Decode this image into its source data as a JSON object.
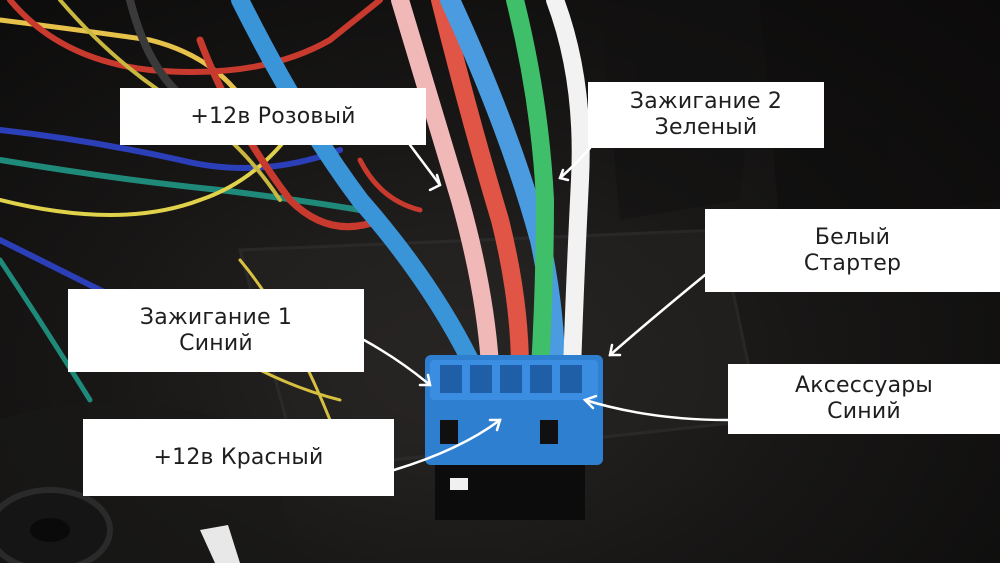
{
  "labels": {
    "pink": {
      "line1": "+12в Розовый"
    },
    "ign2": {
      "line1": "Зажигание 2",
      "line2": "Зеленый"
    },
    "white": {
      "line1": "Белый",
      "line2": "Стартер"
    },
    "ign1": {
      "line1": "Зажигание 1",
      "line2": "Синий"
    },
    "acc": {
      "line1": "Аксессуары",
      "line2": "Синий"
    },
    "red": {
      "line1": "+12в Красный"
    }
  },
  "colors": {
    "connector": "#2f7fd0",
    "wire_pink": "#f1b8b8",
    "wire_red": "#e05545",
    "wire_blue": "#3a95d8",
    "wire_green": "#3fbf6a",
    "wire_white": "#f2f2f2",
    "label_bg": "#ffffff",
    "label_text": "#1e1e1e"
  }
}
